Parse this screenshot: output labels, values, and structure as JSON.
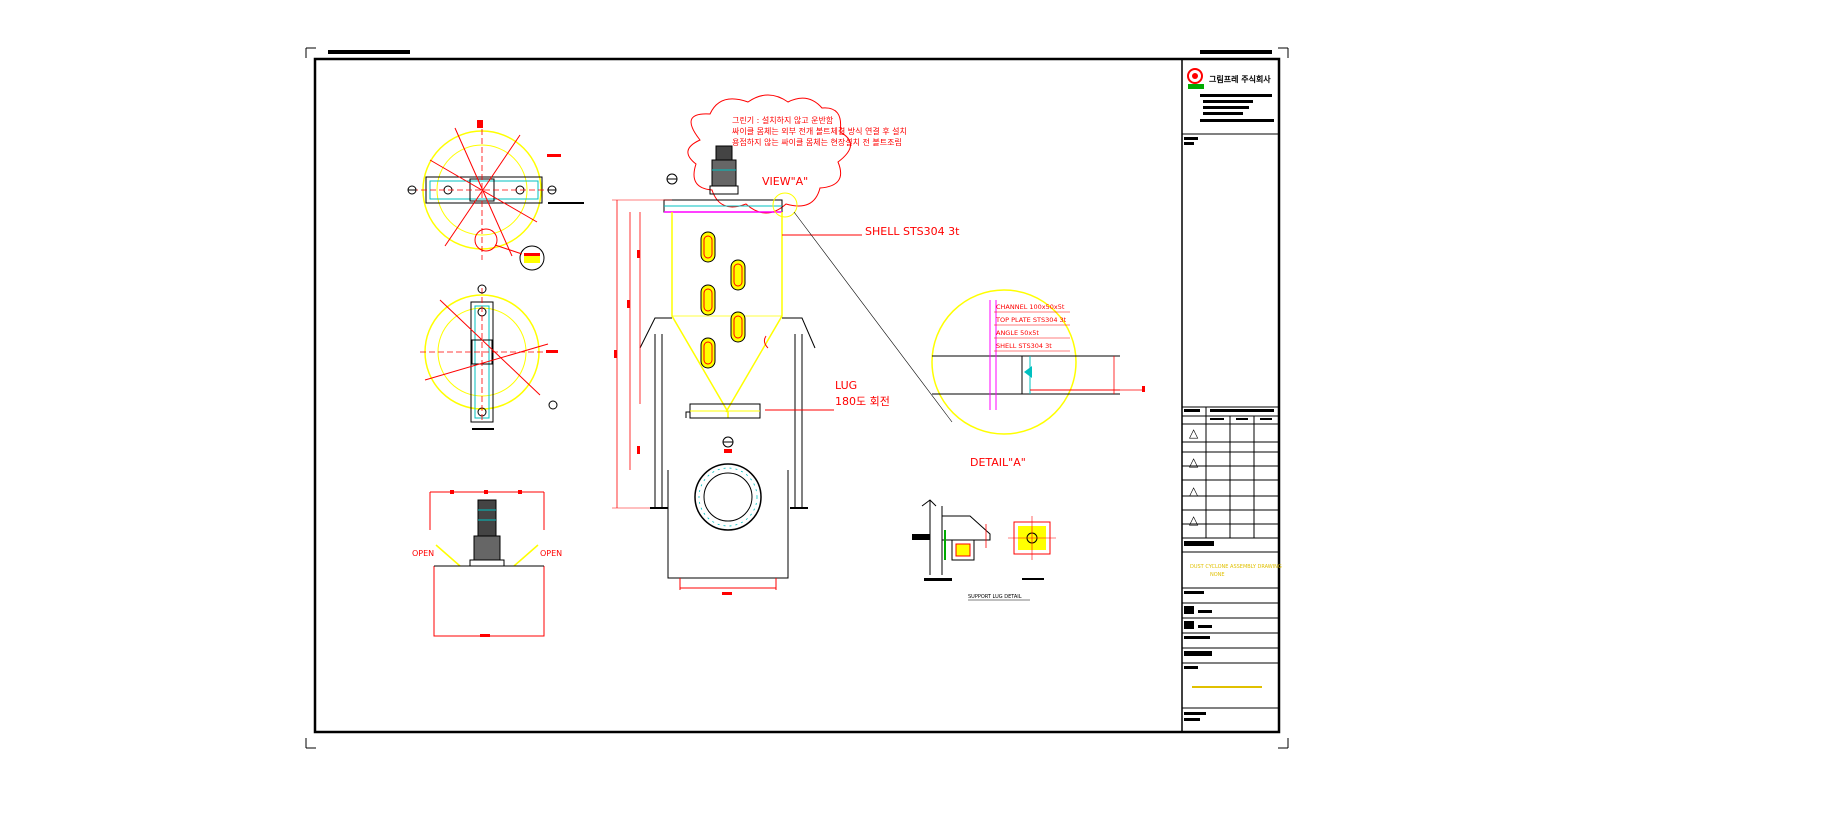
{
  "company": {
    "name": "그림프레 주식회사"
  },
  "notes": {
    "note_line1": "그린기 : 설치하지 않고 운반함",
    "note_line2": "싸이클 몸체는 외부 전개 볼트체결 방식 연결 후 설치",
    "note_line3": "용접하지 않는 싸이클 몸체는 현장설치 전 볼트조립"
  },
  "labels": {
    "view_a": "VIEW\"A\"",
    "shell": "SHELL STS304 3t",
    "lug_line1": "LUG",
    "lug_line2": "180도 회전",
    "detail_a": "DETAIL\"A\"",
    "channel": "CHANNEL 100x50x5t",
    "top_plate": "TOP PLATE STS304 3t",
    "angle": "ANGLE 50x5t",
    "shell_small": "SHELL STS304 3t",
    "open_left": "OPEN",
    "open_right": "OPEN",
    "support_detail": "SUPPORT LUG DETAIL"
  },
  "title_block": {
    "revision_marks": [
      "△",
      "△",
      "△",
      "△"
    ],
    "drawing_title": "DUST CYCLONE ASSEMBLY DRAWING",
    "scale_note": "NONE"
  },
  "colors": {
    "line_black": "#000000",
    "cad_red": "#ff0000",
    "cad_yellow": "#ffff00",
    "cad_cyan": "#00c0c0",
    "cad_magenta": "#ff00ff",
    "cad_green": "#00aa00",
    "cad_blue": "#0000ff"
  }
}
